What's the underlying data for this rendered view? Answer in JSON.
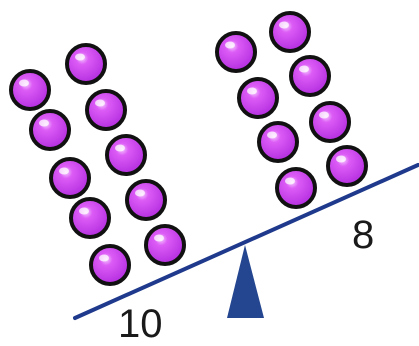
{
  "scale": {
    "left_count": "10",
    "right_count": "8",
    "left_marble_count": 10,
    "right_marble_count": 8,
    "heavier_side": "left"
  },
  "colors": {
    "marble_fill": "#cc44ee",
    "marble_outline": "#111111",
    "beam": "#1f3a8c",
    "fulcrum": "#24458f"
  }
}
